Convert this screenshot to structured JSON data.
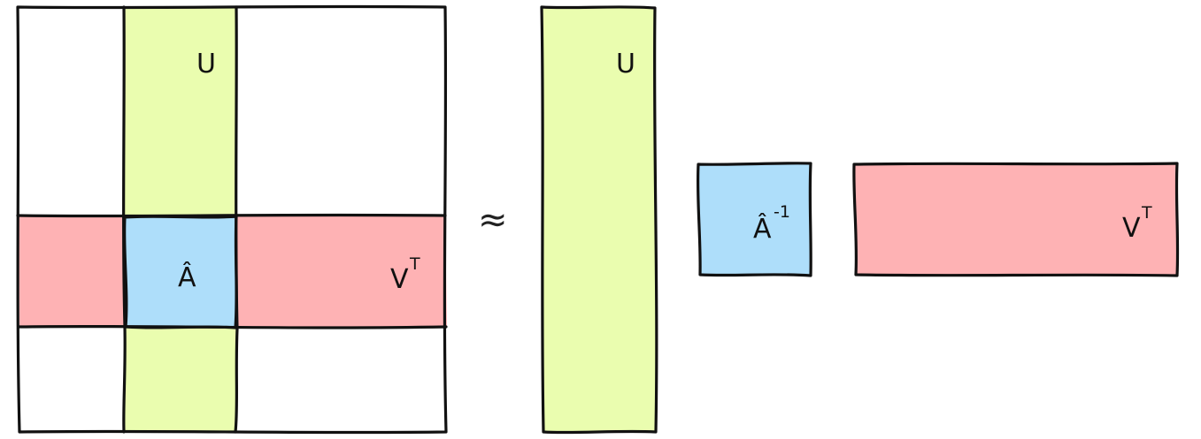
{
  "colors": {
    "u_fill": "#eafdaf",
    "v_fill": "#feb2b4",
    "a_fill": "#aedefa",
    "stroke": "#111111",
    "background": "#ffffff"
  },
  "labels": {
    "u_left": "U",
    "a_hat": "Â",
    "v_left": "V",
    "v_left_sup": "T",
    "approx": "≈",
    "u_right": "U",
    "a_hat_inv": "Â",
    "a_hat_inv_sup": "-1",
    "v_right": "V",
    "v_right_sup": "T"
  }
}
